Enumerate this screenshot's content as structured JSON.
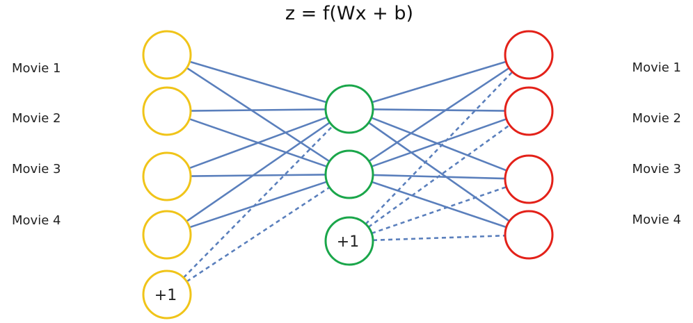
{
  "formula": "z = f(Wx + b)",
  "colors": {
    "input": "#f0c419",
    "hidden": "#1aa64a",
    "output": "#e32119",
    "edge": "#5a7fbc"
  },
  "left_labels": [
    "Movie 1",
    "Movie 2",
    "Movie 3",
    "Movie 4"
  ],
  "right_labels": [
    "Movie 1",
    "Movie 2",
    "Movie 3",
    "Movie 4"
  ],
  "input_bias_label": "+1",
  "hidden_bias_label": "+1"
}
